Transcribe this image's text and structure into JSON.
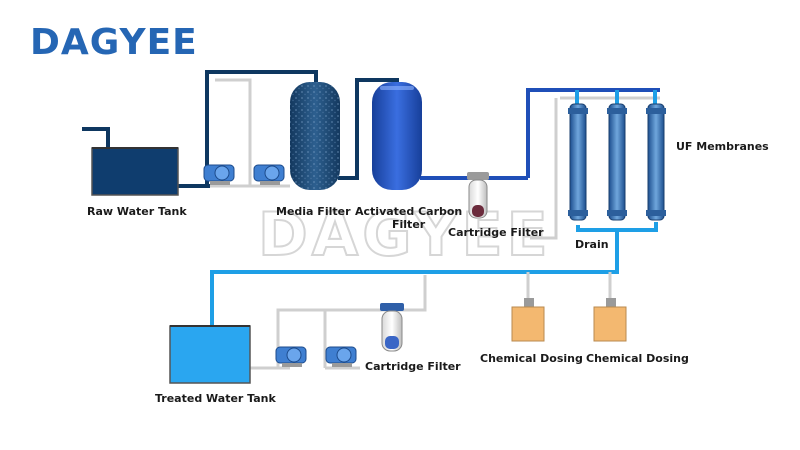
{
  "brand": {
    "logo_text": "DAGYEE",
    "watermark_text": "DAGYEE"
  },
  "labels": {
    "raw_water_tank": "Raw Water Tank",
    "media_filter": "Media Filter",
    "activated_carbon_line1": "Activated Carbon",
    "activated_carbon_line2": "Filter",
    "cartridge_filter_top": "Cartridge Filter",
    "uf_membranes": "UF Membranes",
    "drain": "Drain",
    "treated_water_tank": "Treated Water Tank",
    "cartridge_filter_bottom": "Cartridge Filter",
    "chemical_dosing_1": "Chemical Dosing",
    "chemical_dosing_2": "Chemical Dosing"
  },
  "colors": {
    "logo_blue": "#2566b4",
    "dark_pipe": "#0e3760",
    "mid_pipe": "#1f4fb8",
    "light_pipe": "#1e9fe6",
    "tank_dark": "#0f3d6e",
    "tank_light": "#2aa6f0",
    "media_filter": "#1b4774",
    "carbon_filter": "#1f52c2",
    "dosing_tank": "#f3b870"
  }
}
